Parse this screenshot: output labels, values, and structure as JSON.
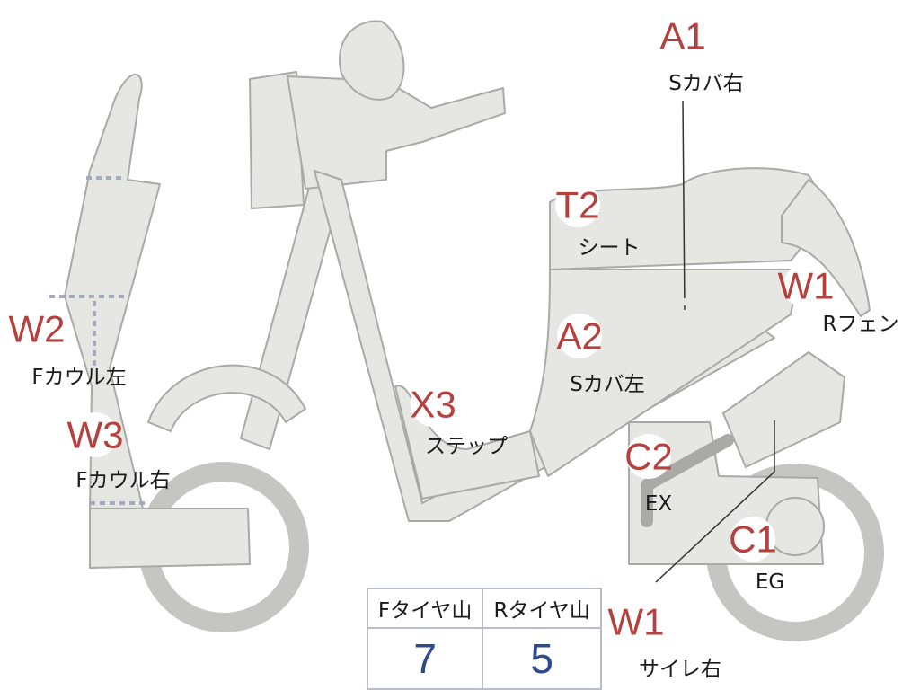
{
  "parts": [
    {
      "code": "A1",
      "name": "Sカバ右"
    },
    {
      "code": "T2",
      "name": "シート"
    },
    {
      "code": "W1",
      "name": "Rフェン"
    },
    {
      "code": "A2",
      "name": "Sカバ左"
    },
    {
      "code": "W2",
      "name": "Fカウル左"
    },
    {
      "code": "W3",
      "name": "Fカウル右"
    },
    {
      "code": "X3",
      "name": "ステップ"
    },
    {
      "code": "C2",
      "name": "EX"
    },
    {
      "code": "C1",
      "name": "EG"
    },
    {
      "code": "W1",
      "name": "サイレ右"
    }
  ],
  "tire_table": {
    "headers": [
      "Fタイヤ山",
      "Rタイヤ山"
    ],
    "values": [
      "7",
      "5"
    ]
  },
  "colors": {
    "body_fill": "#e6e6e3",
    "outline": "#a9a9a6",
    "code_text": "#b5413f",
    "value_text": "#2f4a8c",
    "dotted_marks": "#a4abbe"
  }
}
